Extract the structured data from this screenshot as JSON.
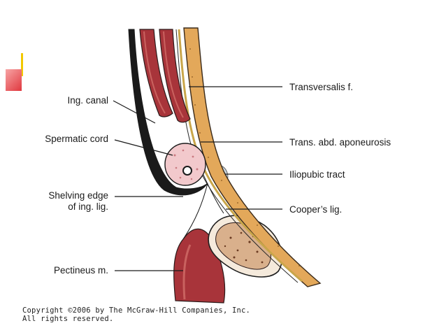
{
  "labels_left": {
    "ing_canal": "Ing. canal",
    "spermatic_cord": "Spermatic cord",
    "shelving_edge_line1": "Shelving edge",
    "shelving_edge_line2": "of ing. lig.",
    "pectineus": "Pectineus m."
  },
  "labels_right": {
    "transversalis": "Transversalis f.",
    "trans_abd": "Trans. abd. aponeurosis",
    "iliopubic": "Iliopubic tract",
    "coopers": "Cooper’s lig."
  },
  "copyright": {
    "line1": "Copyright ©2006 by The McGraw-Hill Companies, Inc.",
    "line2": "All rights reserved."
  },
  "colors": {
    "muscle": "#a8343a",
    "muscle_light": "#c9625f",
    "fascia_orange": "#e3a85a",
    "cord_pink": "#f2c9cc",
    "bone": "#e7c6a8",
    "ligament_blue": "#c9d6e0",
    "deco_red": "#e0383f",
    "deco_yellow": "#f2c800"
  }
}
